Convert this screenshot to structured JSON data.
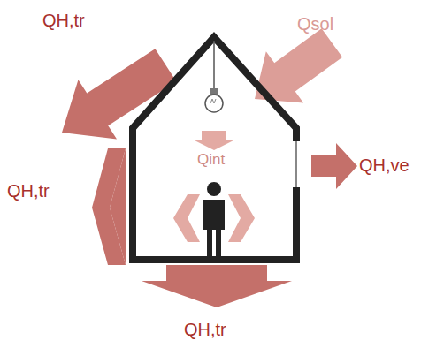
{
  "diagram": {
    "labels": [
      "QH,tr",
      "Qsol",
      "QH,tr",
      "Qint",
      "QH,ve",
      "QH,tr"
    ]
  }
}
